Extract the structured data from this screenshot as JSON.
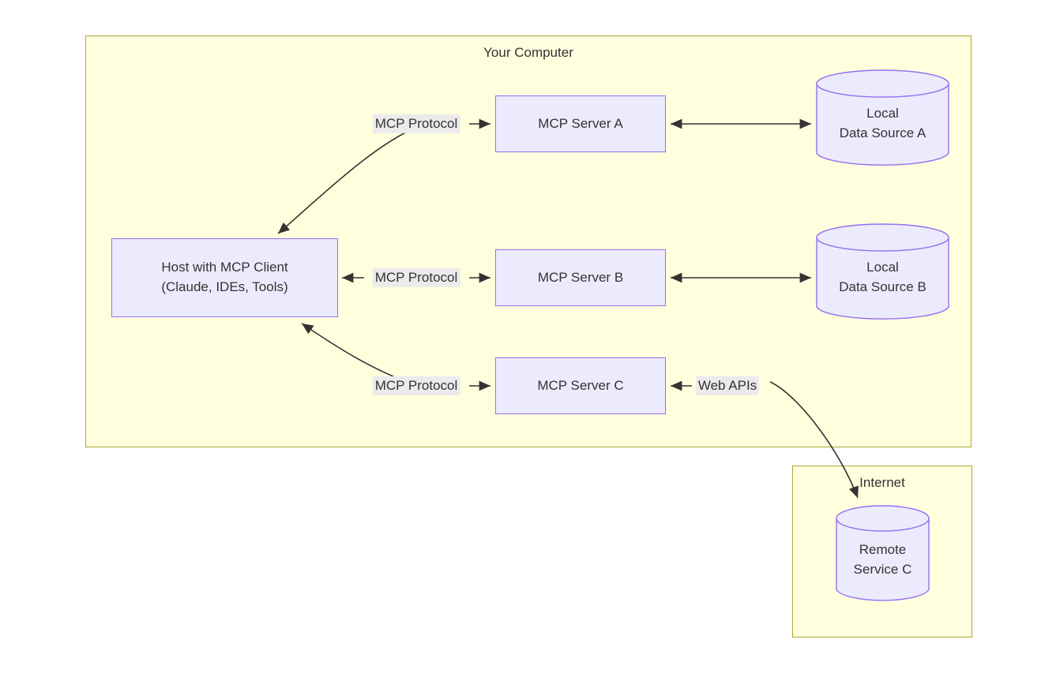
{
  "diagram": {
    "title_visible": false,
    "colors": {
      "boundary_fill": "#ffffde",
      "boundary_stroke": "#aaaa33",
      "node_fill": "#ecebfd",
      "node_stroke": "#9370f0",
      "edge_stroke": "#333333",
      "label_bg": "#ebebeb",
      "text": "#333333",
      "page_bg": "#ffffff"
    },
    "boundaries": [
      {
        "id": "your-computer",
        "label": "Your Computer"
      },
      {
        "id": "internet",
        "label": "Internet"
      }
    ],
    "nodes": [
      {
        "id": "host",
        "shape": "rect",
        "label_line1": "Host with MCP Client",
        "label_line2": "(Claude, IDEs, Tools)"
      },
      {
        "id": "server-a",
        "shape": "rect",
        "label": "MCP Server A"
      },
      {
        "id": "server-b",
        "shape": "rect",
        "label": "MCP Server B"
      },
      {
        "id": "server-c",
        "shape": "rect",
        "label": "MCP Server C"
      },
      {
        "id": "local-a",
        "shape": "cylinder",
        "label_line1": "Local",
        "label_line2": "Data Source A"
      },
      {
        "id": "local-b",
        "shape": "cylinder",
        "label_line1": "Local",
        "label_line2": "Data Source B"
      },
      {
        "id": "remote-c",
        "shape": "cylinder",
        "label_line1": "Remote",
        "label_line2": "Service C"
      }
    ],
    "edges": [
      {
        "id": "host-server-a",
        "label": "MCP Protocol",
        "from": "host",
        "to": "server-a",
        "style": "curved-bidirectional"
      },
      {
        "id": "host-server-b",
        "label": "MCP Protocol",
        "from": "host",
        "to": "server-b",
        "style": "straight-bidirectional"
      },
      {
        "id": "host-server-c",
        "label": "MCP Protocol",
        "from": "host",
        "to": "server-c",
        "style": "curved-bidirectional"
      },
      {
        "id": "server-a-local-a",
        "label": "",
        "from": "server-a",
        "to": "local-a",
        "style": "straight-bidirectional"
      },
      {
        "id": "server-b-local-b",
        "label": "",
        "from": "server-b",
        "to": "local-b",
        "style": "straight-bidirectional"
      },
      {
        "id": "server-c-remote-c",
        "label": "Web APIs",
        "from": "server-c",
        "to": "remote-c",
        "style": "curved-bidirectional"
      }
    ]
  }
}
